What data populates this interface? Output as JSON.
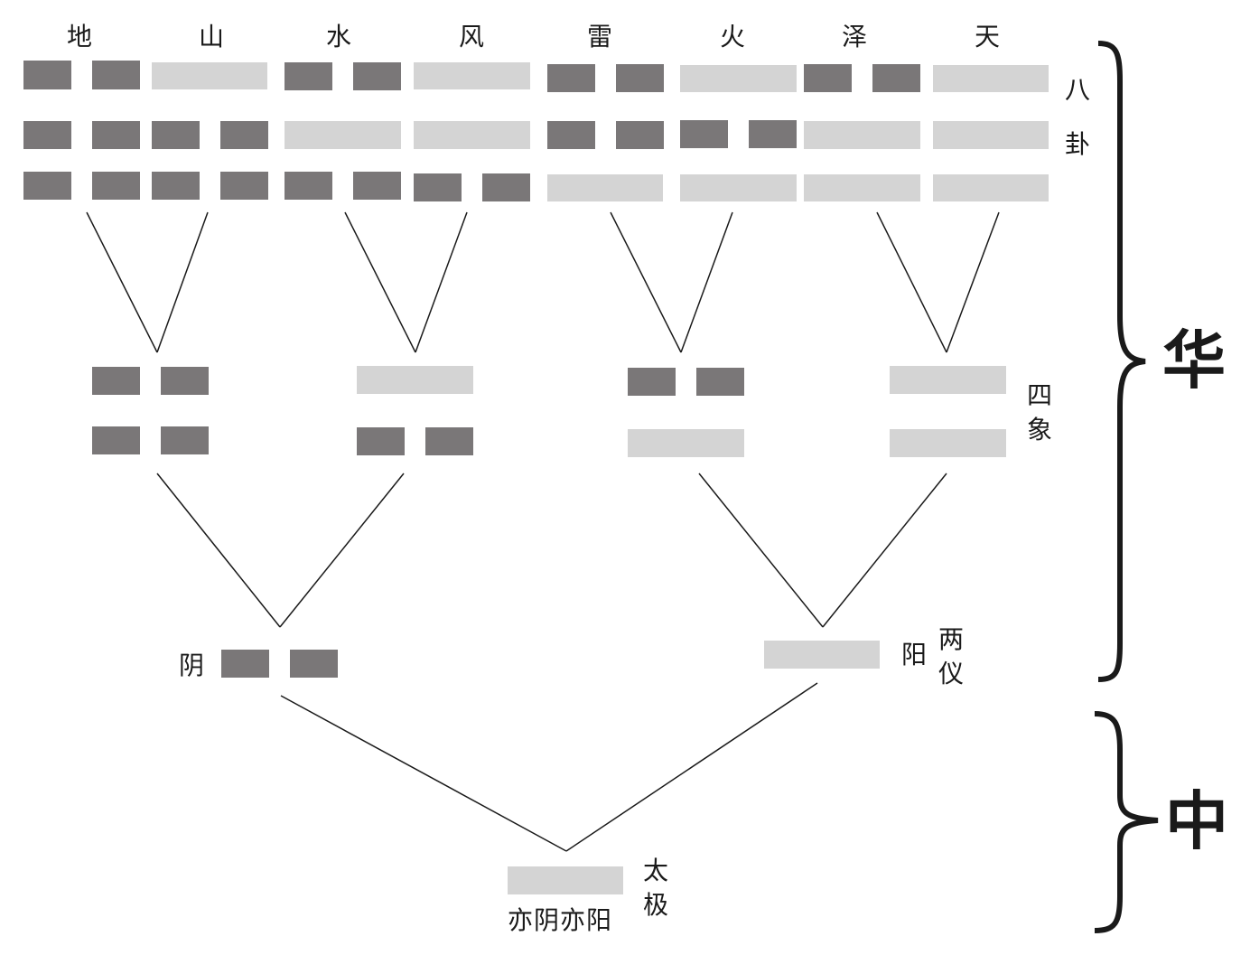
{
  "trigram_names": [
    "地",
    "山",
    "水",
    "风",
    "雷",
    "火",
    "泽",
    "天"
  ],
  "level_labels": {
    "bagua": [
      "八",
      "卦"
    ],
    "sixiang": [
      "四",
      "象"
    ],
    "liangyi": [
      "两",
      "仪"
    ],
    "taiji": [
      "太",
      "极"
    ]
  },
  "yin_label": "阴",
  "yang_label": "阳",
  "taiji_caption": "亦阴亦阳",
  "brace_labels": {
    "upper": "华",
    "lower": "中"
  },
  "colors": {
    "yin": "#7a7778",
    "yang": "#d4d4d4",
    "line": "#1a1a1a"
  }
}
